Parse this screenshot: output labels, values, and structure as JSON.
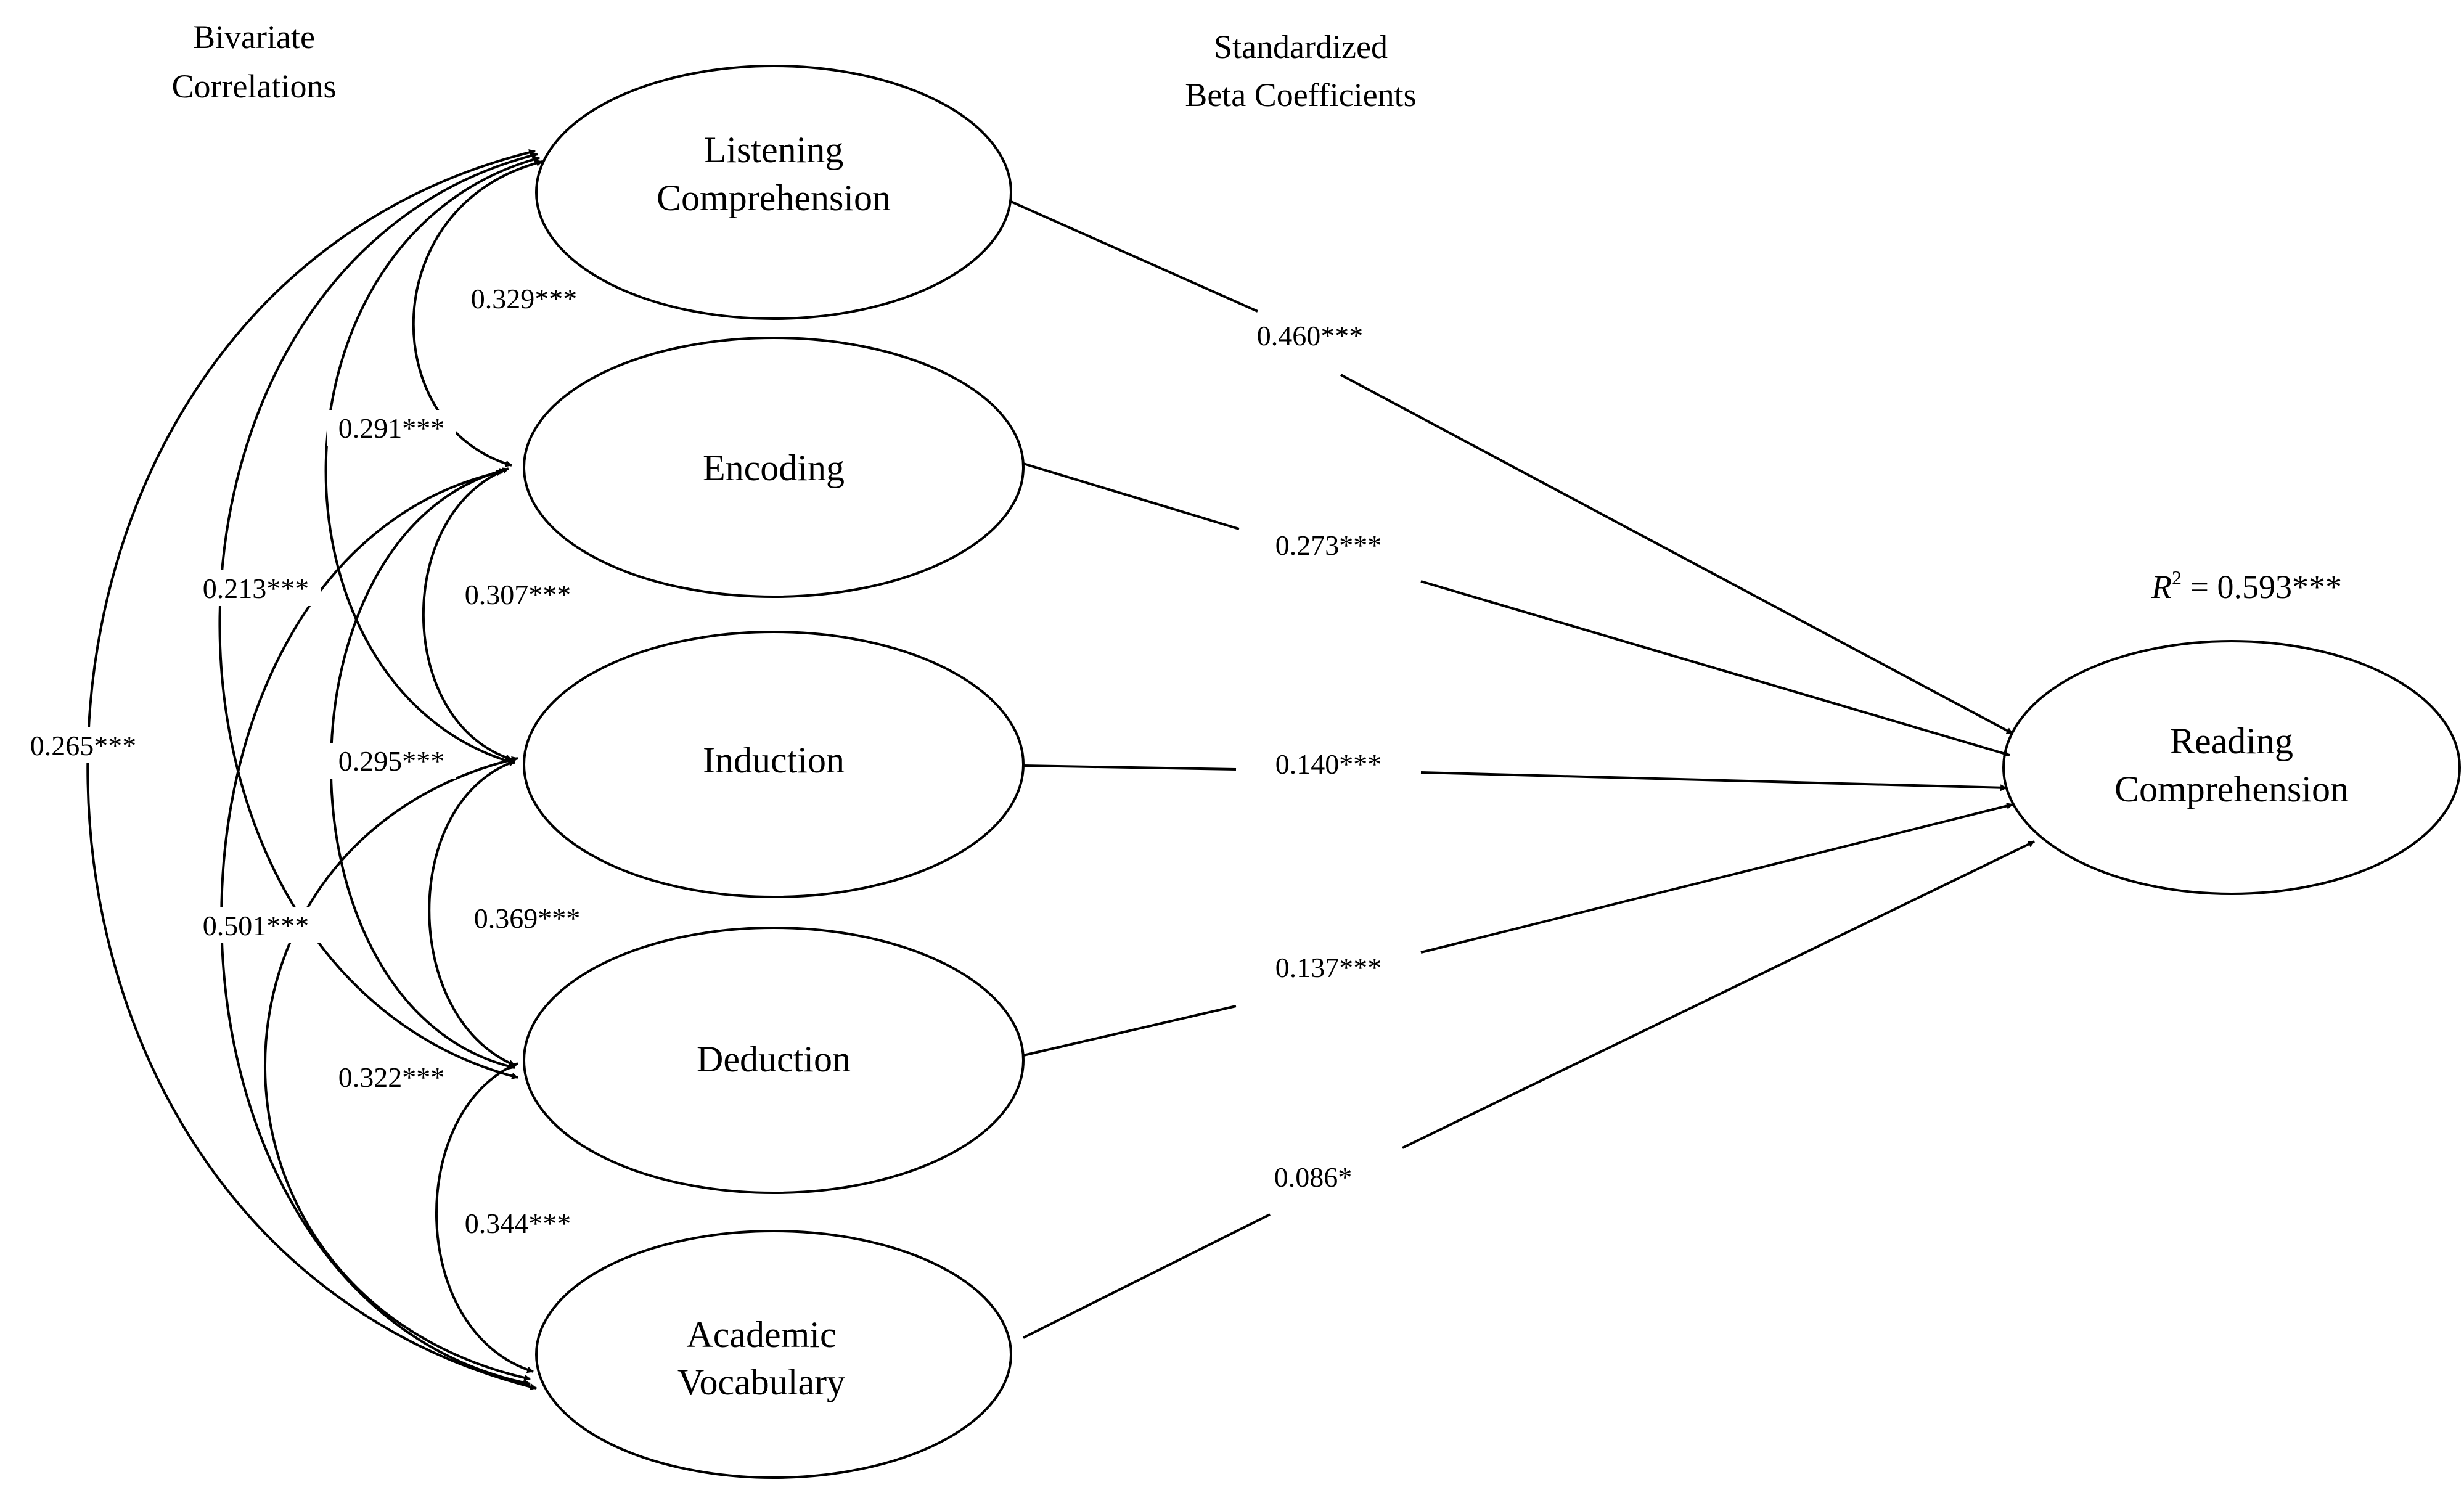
{
  "headings": {
    "left": [
      "Bivariate",
      "Correlations"
    ],
    "right": [
      "Standardized",
      "Beta Coefficients"
    ]
  },
  "nodes": {
    "listening": [
      "Listening",
      "Comprehension"
    ],
    "encoding": [
      "Encoding"
    ],
    "induction": [
      "Induction"
    ],
    "deduction": [
      "Deduction"
    ],
    "vocabulary": [
      "Academic",
      "Vocabulary"
    ],
    "reading": [
      "Reading",
      "Comprehension"
    ]
  },
  "r_squared": {
    "symbol": "R",
    "superscript": "2",
    "value": " = 0.593***"
  },
  "correlations": {
    "listening_encoding": "0.329***",
    "listening_induction": "0.291***",
    "listening_deduction": "0.213***",
    "listening_vocabulary": "0.265***",
    "encoding_induction": "0.307***",
    "encoding_deduction": "0.295***",
    "encoding_vocabulary": "0.501***",
    "induction_deduction": "0.369***",
    "induction_vocabulary": "0.322***",
    "deduction_vocabulary": "0.344***"
  },
  "betas": {
    "listening": "0.460***",
    "encoding": "0.273***",
    "induction": "0.140***",
    "deduction": "0.137***",
    "vocabulary": "0.086*"
  }
}
